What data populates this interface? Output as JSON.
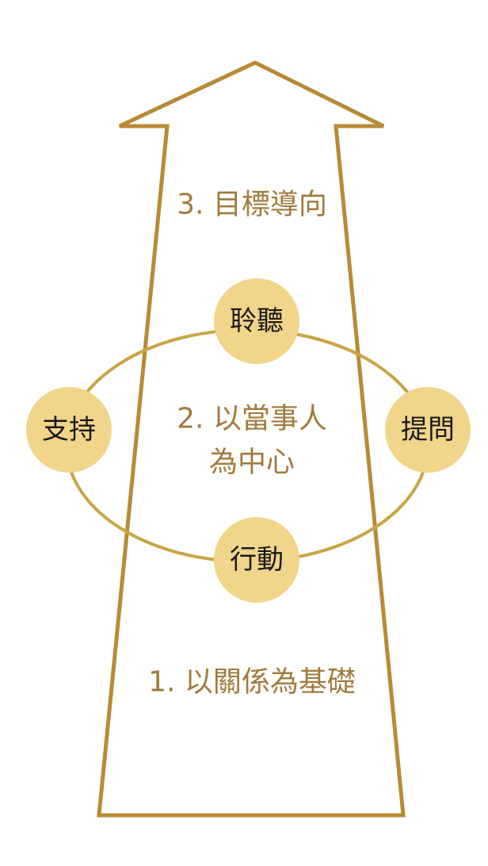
{
  "diagram": {
    "levels": {
      "top": "3. 目標導向",
      "center_line1": "2. 以當事人",
      "center_line2": "為中心",
      "bottom": "1. 以關係為基礎"
    },
    "nodes": {
      "top": "聆聽",
      "left": "支持",
      "right": "提問",
      "bottom": "行動"
    }
  }
}
